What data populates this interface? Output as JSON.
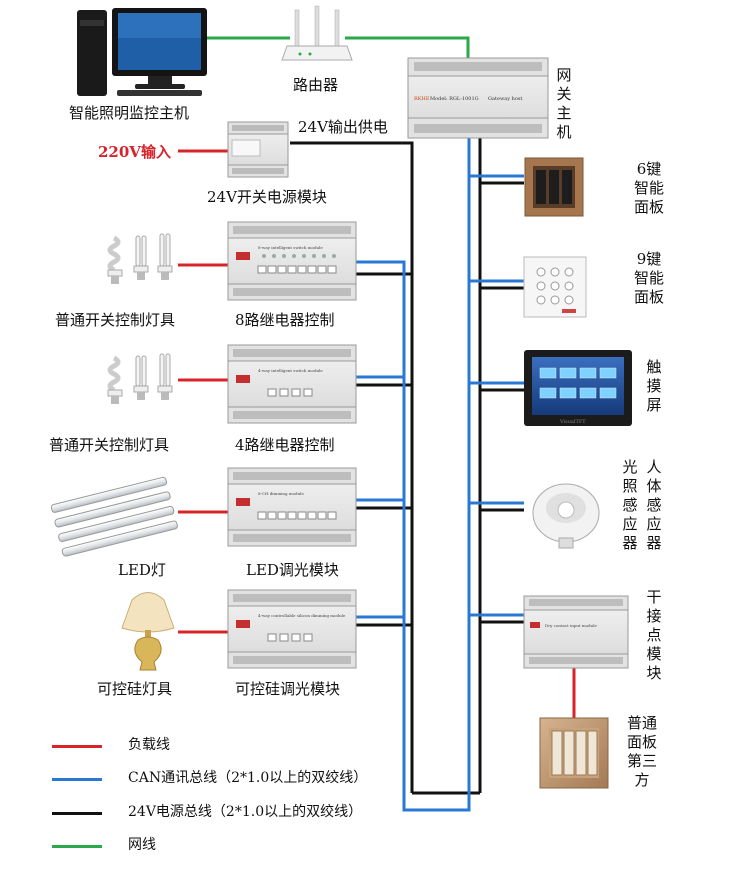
{
  "colors": {
    "load_line": "#d8232a",
    "can_bus": "#2a78d6",
    "power_bus": "#111111",
    "network_line": "#2aa84a"
  },
  "devices": {
    "host": "智能照明监控主机",
    "router": "路由器",
    "gateway": "网关主机",
    "gateway_model": "Model: RGL-1001G",
    "gateway_name": "Gateway host",
    "power_module": "24V开关电源模块",
    "power_output": "24V输出供电",
    "power_input": "220V输入",
    "relay8": "8路继电器控制",
    "relay4": "4路继电器控制",
    "led_dimmer": "LED调光模块",
    "scr_dimmer": "可控硅调光模块",
    "relay8_module": "8-way intelligent switch module",
    "relay4_module": "4-way intelligent switch module",
    "led_module": "8-CH dimming module",
    "scr_module": "4-way controllable silicon dimming module",
    "module_brand": "RKHE",
    "lamp_normal_1": "普通开关控制灯具",
    "lamp_normal_2": "普通开关控制灯具",
    "led_lamp": "LED灯",
    "scr_lamp": "可控硅灯具",
    "panel6": "6键智能面板",
    "panel9": "9键智能面板",
    "touch": "触摸屏",
    "touch_brand": "VisualTFT",
    "sensor_light": "光照感应器",
    "sensor_body": "人体感应器",
    "dry_contact": "干接点模块",
    "dry_contact_module": "Dry contact input module",
    "third_panel": "普通面板第三方"
  },
  "legend": [
    {
      "label": "负载线",
      "color": "#d8232a"
    },
    {
      "label": "CAN通讯总线（2*1.0以上的双绞线）",
      "color": "#2a78d6"
    },
    {
      "label": "24V电源总线（2*1.0以上的双绞线）",
      "color": "#111111"
    },
    {
      "label": "网线",
      "color": "#2aa84a"
    }
  ]
}
